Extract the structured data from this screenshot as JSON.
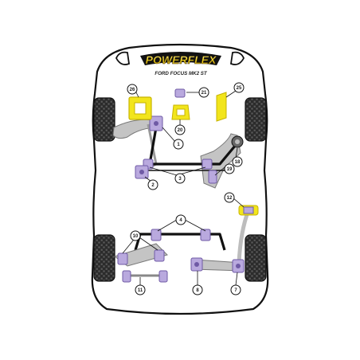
{
  "brand": {
    "name": "POWERFLEX",
    "model": "FORD FOCUS MK2 ST"
  },
  "colors": {
    "bushing": "#b9a9de",
    "bushing_dark": "#6f5aa5",
    "yellow": "#f2e51c",
    "yellow_dark": "#c7b400",
    "arm": "#c4c4c4",
    "arm_edge": "#777777",
    "tyre": "#2a2a2a",
    "outline": "#111111"
  },
  "callouts": [
    {
      "id": "26",
      "label": "26"
    },
    {
      "id": "21",
      "label": "21"
    },
    {
      "id": "25",
      "label": "25"
    },
    {
      "id": "20",
      "label": "20"
    },
    {
      "id": "1",
      "label": "1"
    },
    {
      "id": "18",
      "label": "18"
    },
    {
      "id": "19",
      "label": "19"
    },
    {
      "id": "3",
      "label": "3"
    },
    {
      "id": "2",
      "label": "2"
    },
    {
      "id": "12",
      "label": "12"
    },
    {
      "id": "4",
      "label": "4"
    },
    {
      "id": "10",
      "label": "10"
    },
    {
      "id": "8",
      "label": "8"
    },
    {
      "id": "7",
      "label": "7"
    },
    {
      "id": "11",
      "label": "11"
    }
  ]
}
